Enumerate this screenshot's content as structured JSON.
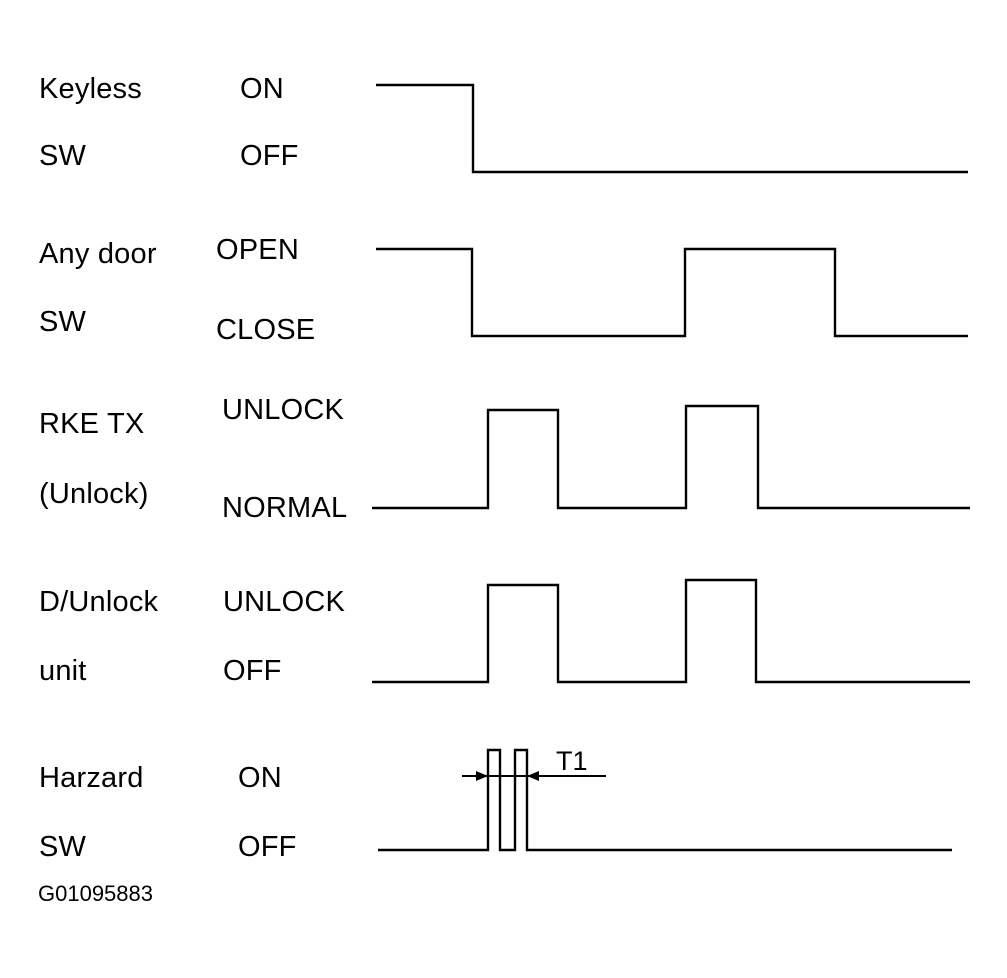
{
  "signals": [
    {
      "name_line1": "Keyless",
      "name_line2": "SW",
      "state_high": "ON",
      "state_low": "OFF"
    },
    {
      "name_line1": "Any door",
      "name_line2": "SW",
      "state_high": "OPEN",
      "state_low": "CLOSE"
    },
    {
      "name_line1": "RKE TX",
      "name_line2": "(Unlock)",
      "state_high": "UNLOCK",
      "state_low": "NORMAL"
    },
    {
      "name_line1": "D/Unlock",
      "name_line2": "unit",
      "state_high": "UNLOCK",
      "state_low": "OFF"
    },
    {
      "name_line1": "Harzard",
      "name_line2": "SW",
      "state_high": "ON",
      "state_low": "OFF"
    }
  ],
  "timing_marker": "T1",
  "figure_id": "G01095883",
  "colors": {
    "line": "#000000",
    "background": "#ffffff"
  }
}
